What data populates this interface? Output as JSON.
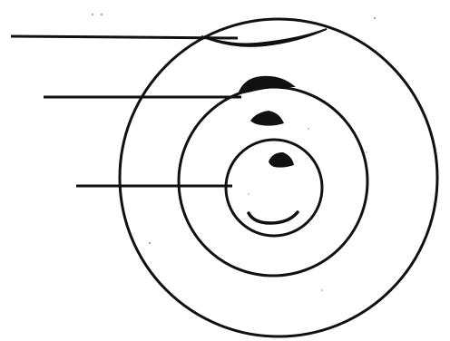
{
  "diagram": {
    "description_visible_text": [],
    "colors": {
      "ink": "#111111",
      "paper": "#ffffff",
      "speckle": "#888888"
    },
    "rings": [
      {
        "name": "outer-circle"
      },
      {
        "name": "middle-circle"
      },
      {
        "name": "inner-circle"
      }
    ],
    "pointer_lines": [
      {
        "name": "pointer-line-top"
      },
      {
        "name": "pointer-line-middle"
      },
      {
        "name": "pointer-line-bottom"
      }
    ],
    "marks": [
      {
        "name": "outer-crescent-mark",
        "shape": "thin-arc"
      },
      {
        "name": "middle-cap-mark",
        "shape": "solid-cap"
      },
      {
        "name": "middle-blob-mark",
        "shape": "solid-blob"
      },
      {
        "name": "inner-blob-mark",
        "shape": "solid-blob"
      },
      {
        "name": "inner-smile-arc",
        "shape": "thin-arc"
      }
    ]
  }
}
